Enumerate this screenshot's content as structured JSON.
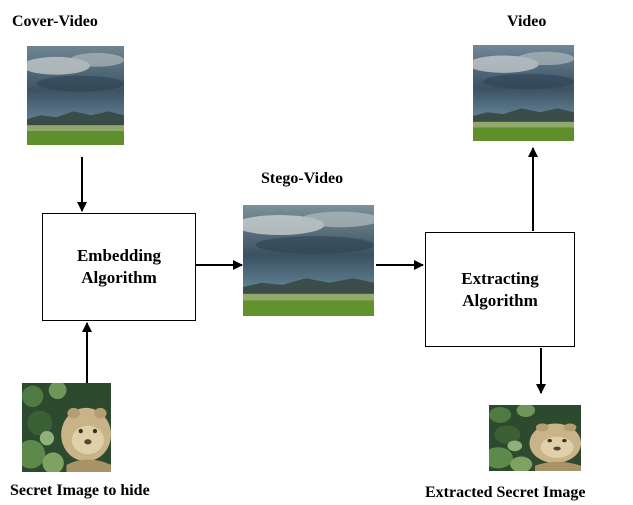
{
  "labels": {
    "cover_video": "Cover-Video",
    "video": "Video",
    "stego_video": "Stego-Video",
    "secret_image": "Secret Image to hide",
    "extracted_secret": "Extracted Secret Image"
  },
  "boxes": {
    "embedding": [
      "Embedding",
      "Algorithm"
    ],
    "extracting": [
      "Extracting",
      "Algorithm"
    ]
  },
  "images": {
    "landscape": "landscape-video-frame",
    "leopard": "leopard-secret-image"
  }
}
